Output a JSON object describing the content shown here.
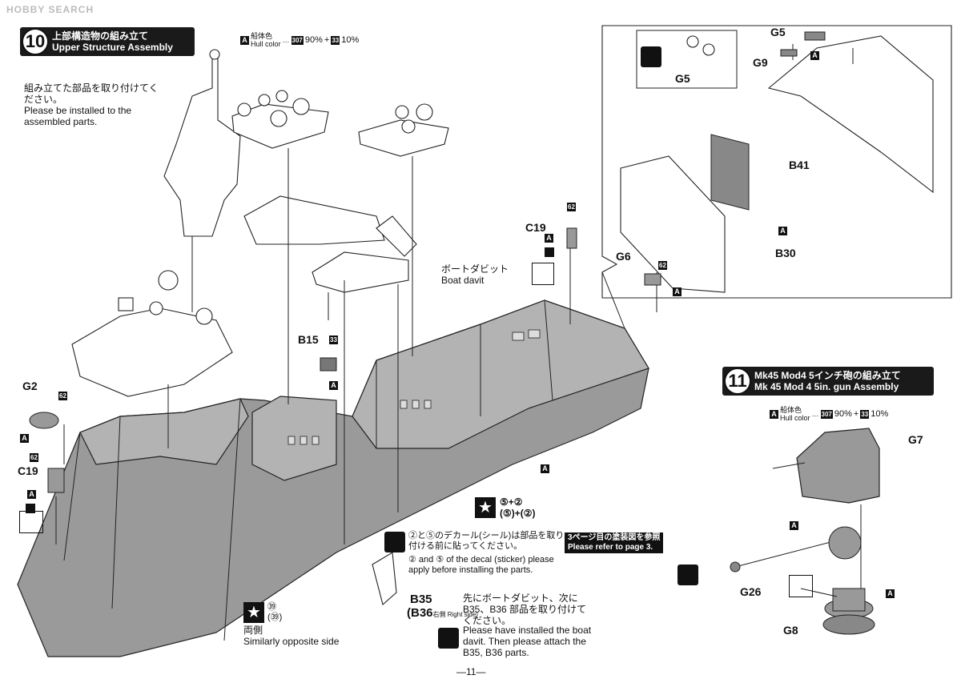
{
  "watermark": "HOBBY SEARCH",
  "step10": {
    "number": "10",
    "title_jp": "上部構造物の組み立て",
    "title_en": "Upper Structure Assembly",
    "instruction_jp": "組み立てた部品を取り付けてください。",
    "instruction_en": "Please be installed to the assembled parts.",
    "hull_color": {
      "letter": "A",
      "jp": "船体色",
      "en": "Hull color",
      "mix": "307 90%+33 10%",
      "code1": "307",
      "pct1": "90%",
      "code2": "33",
      "pct2": "10%"
    }
  },
  "step11": {
    "number": "11",
    "title_jp": "Mk45 Mod4 5インチ砲の組み立て",
    "title_en": "Mk 45 Mod 4 5in. gun Assembly",
    "hull_color": {
      "letter": "A",
      "jp": "船体色",
      "en": "Hull color",
      "code1": "307",
      "pct1": "90%",
      "code2": "33",
      "pct2": "10%"
    }
  },
  "parts": {
    "G5_top": "G5",
    "G5_inset": "G5",
    "G9": "G9",
    "B41": "B41",
    "B30": "B30",
    "G6": "G6",
    "C19_right": "C19",
    "C19_left": "C19",
    "G2": "G2",
    "B15": "B15",
    "B35": "B35",
    "B36": "(B36",
    "B36_side": "右側 Right side)",
    "G7": "G7",
    "G26": "G26",
    "G8": "G8",
    "color_62": "62",
    "color_33": "33",
    "letter_A": "A"
  },
  "callouts": {
    "boat_davit_jp": "ボートダビット",
    "boat_davit_en": "Boat davit",
    "decal_top": "⑤+②",
    "decal_bottom": "(⑤)+(②)",
    "decal_note_jp": "②と⑤のデカール(シール)は部品を取り付ける前に貼ってください。",
    "decal_note_en": "② and ⑤ of the decal (sticker) please apply before installing the parts.",
    "ref_jp": "3ページ目の塗装図を参照",
    "ref_en": "Please refer to page 3.",
    "opp_top": "㊴",
    "opp_bottom": "(㊴)",
    "opp_jp": "両側",
    "opp_en": "Similarly opposite side",
    "order_jp": "先にボートダビット、次にB35、B36 部品を取り付けてください。",
    "order_en": "Please have installed the boat davit. Then please attach the B35, B36 parts."
  },
  "page_number": "—11—"
}
